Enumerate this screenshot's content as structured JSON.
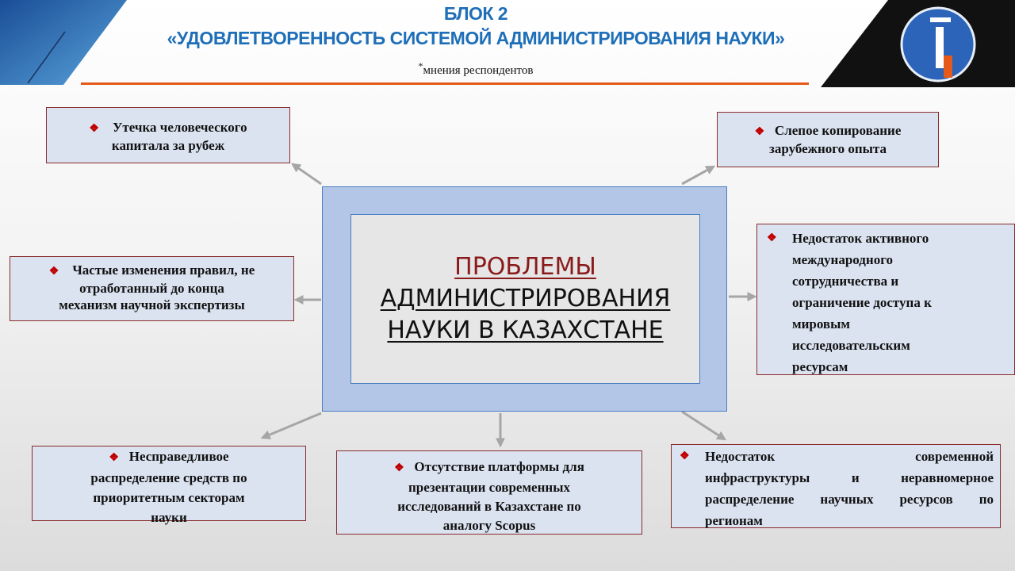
{
  "header": {
    "title_line1": "БЛОК 2",
    "title_line2": "«УДОВЛЕТВОРЕННОСТЬ СИСТЕМОЙ АДМИНИСТРИРОВАНИЯ НАУКИ»",
    "subtitle_star": "*",
    "subtitle_text": "мнения респондентов"
  },
  "center": {
    "line1": "ПРОБЛЕМЫ",
    "line2": "АДМИНИСТРИРОВАНИЯ",
    "line3": "НАУКИ В КАЗАХСТАНЕ"
  },
  "boxes": {
    "b1": {
      "line1": "Утечка человеческого",
      "line2": "капитала за рубеж"
    },
    "b2": {
      "line1": "Слепое копирование",
      "line2": "зарубежного опыта"
    },
    "b3": {
      "lines": [
        "Недостаток активного",
        "международного",
        "сотрудничества и",
        "ограничение доступа к",
        "мировым",
        "исследовательским",
        "ресурсам"
      ]
    },
    "b4": {
      "line1": "Частые изменения правил, не",
      "line2": "отработанный до конца",
      "line3": "механизм научной экспертизы"
    },
    "b5": {
      "line1": "Несправедливое",
      "line2": "распределение средств по",
      "line3": "приоритетным секторам",
      "line4": "науки"
    },
    "b6": {
      "line1": "Отсутствие платформы для",
      "line2": "презентации современных",
      "line3": "исследований в Казахстане по",
      "line4": "аналогу Scopus"
    },
    "b7": {
      "line1": "Недостаток современной",
      "line2": "инфраструктуры и неравномерное",
      "line3": "распределение научных ресурсов по",
      "line4": "регионам"
    }
  },
  "bullet_glyph": "❖",
  "colors": {
    "title": "#1f6fb8",
    "accent_line": "#e55a1a",
    "center_outer": "#b3c6e7",
    "center_inner": "#e6e6e6",
    "box_fill": "#dbe3f1",
    "box_border": "#8a2b2b",
    "bullet": "#c00000",
    "arrow": "#a6a6a6"
  }
}
